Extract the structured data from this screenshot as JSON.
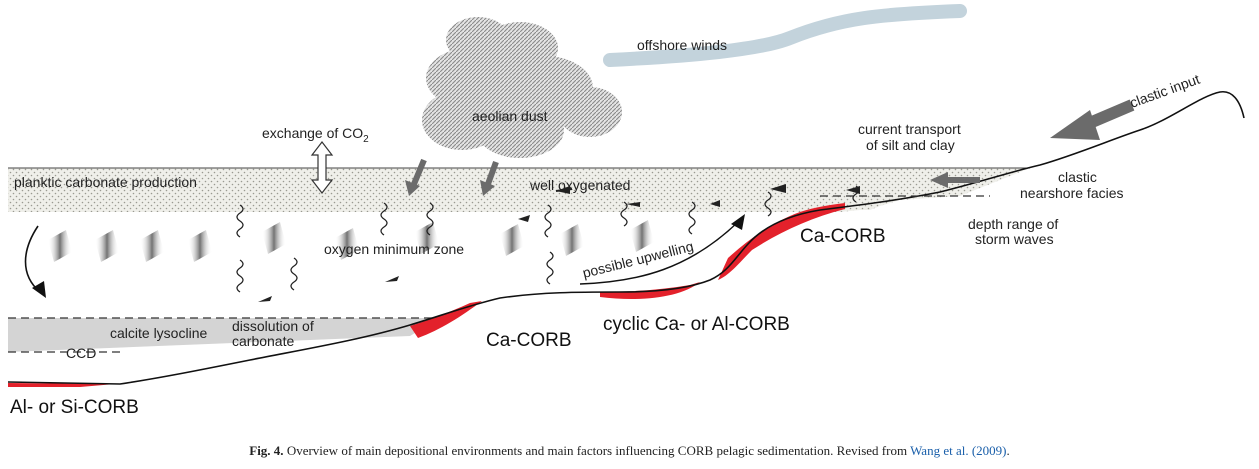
{
  "labels": {
    "offshore_winds": "offshore winds",
    "clastic_input": "clastic input",
    "aeolian_dust": "aeolian dust",
    "exchange_co2_main": "exchange of CO",
    "exchange_co2_sub": "2",
    "current_transport_1": "current transport",
    "current_transport_2": "of silt and clay",
    "planktic": "planktic carbonate production",
    "well_oxygenated": "well oxygenated",
    "clastic_nearshore_1": "clastic",
    "clastic_nearshore_2": "nearshore facies",
    "depth_range_1": "depth range of",
    "depth_range_2": "storm waves",
    "ca_corb_right": "Ca-CORB",
    "oxygen_minimum_zone": "oxygen minimum zone",
    "possible_upwelling": "possible upwelling",
    "calcite_lysocline": "calcite lysocline",
    "dissolution_1": "dissolution of",
    "dissolution_2": "carbonate",
    "ccd": "CCD",
    "ca_corb_middle": "Ca-CORB",
    "cyclic_corb": "cyclic Ca- or Al-CORB",
    "al_si_corb": "Al- or Si-CORB"
  },
  "caption": {
    "fig_label": "Fig. 4.",
    "text": "Overview of main depositional environments and main factors influencing CORB pelagic sedimentation. Revised from",
    "reference": "Wang et al. (2009)",
    "end": "."
  },
  "colors": {
    "corb_red": "#e3212b",
    "surface_stipple": "#d9d9d3",
    "lysocline_band": "#d4d4d4",
    "wind_band": "#c3d3dc",
    "arrow_gray": "#6b6b6b"
  }
}
